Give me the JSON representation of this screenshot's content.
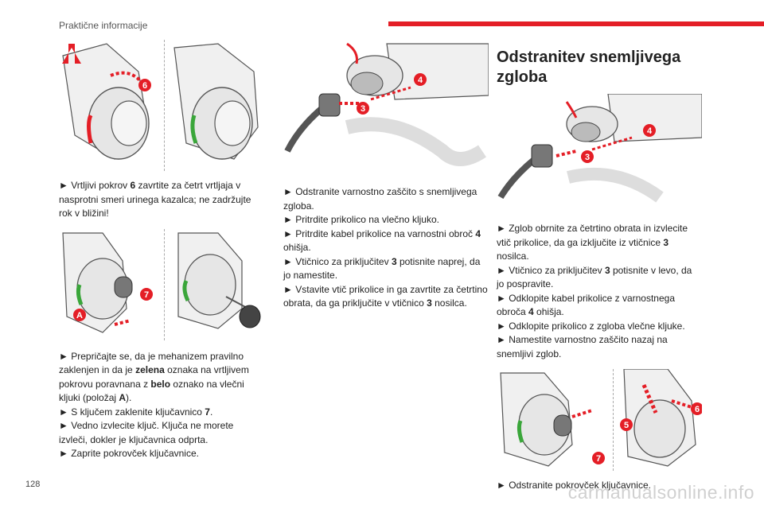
{
  "header": {
    "section": "Praktične informacije"
  },
  "footer": {
    "page_number": "128",
    "watermark": "carmanualsonline.info"
  },
  "column1": {
    "fig1_badges": [
      "6"
    ],
    "para1": {
      "bullet": "►",
      "t1": " Vrtljivi pokrov ",
      "b1": "6",
      "t2": " zavrtite za četrt vrtljaja v nasprotni smeri urinega kazalca; ne zadržujte rok v bližini!"
    },
    "fig2_badges": [
      "7",
      "A"
    ],
    "para2": {
      "bullet": "►",
      "t1": " Prepričajte se, da je mehanizem pravilno zaklenjen in da je ",
      "b1": "zelena",
      "t2": " oznaka na vrtljivem pokrovu poravnana z ",
      "b2": "belo",
      "t3": " oznako na vlečni kljuki (položaj ",
      "b3": "A",
      "t4": ")."
    },
    "para3": {
      "bullet": "►",
      "t1": " S ključem zaklenite ključavnico ",
      "b1": "7",
      "t2": "."
    },
    "para4": {
      "bullet": "►",
      "t1": " Vedno izvlecite ključ. Ključa ne morete izvleči, dokler je ključavnica odprta."
    },
    "para5": {
      "bullet": "►",
      "t1": " Zaprite pokrovček ključavnice."
    }
  },
  "column2": {
    "fig_badges": [
      "4",
      "3"
    ],
    "items": [
      {
        "bullet": "►",
        "t1": " Odstranite varnostno zaščito s snemljivega zgloba."
      },
      {
        "bullet": "►",
        "t1": " Pritrdite prikolico na vlečno kljuko."
      },
      {
        "bullet": "►",
        "t1": " Pritrdite kabel prikolice na varnostni obroč ",
        "b1": "4",
        "t2": " ohišja."
      },
      {
        "bullet": "►",
        "t1": " Vtičnico za priključitev ",
        "b1": "3",
        "t2": " potisnite naprej, da jo namestite."
      },
      {
        "bullet": "►",
        "t1": " Vstavite vtič prikolice in ga zavrtite za četrtino obrata, da ga priključite v vtičnico ",
        "b1": "3",
        "t2": " nosilca."
      }
    ]
  },
  "column3": {
    "title": "Odstranitev snemljivega zgloba",
    "fig1_badges": [
      "4",
      "3"
    ],
    "items": [
      {
        "bullet": "►",
        "t1": " Zglob obrnite za četrtino obrata in izvlecite vtič prikolice, da ga izključite iz vtičnice ",
        "b1": "3",
        "t2": " nosilca."
      },
      {
        "bullet": "►",
        "t1": " Vtičnico za priključitev ",
        "b1": "3",
        "t2": " potisnite v levo, da jo pospravite."
      },
      {
        "bullet": "►",
        "t1": " Odklopite kabel prikolice z varnostnega obroča ",
        "b1": "4",
        "t2": " ohišja."
      },
      {
        "bullet": "►",
        "t1": " Odklopite prikolico z zgloba vlečne kljuke."
      },
      {
        "bullet": "►",
        "t1": " Namestite varnostno zaščito nazaj na snemljivi zglob."
      }
    ],
    "fig2_badges": [
      "6",
      "5",
      "7"
    ],
    "last": {
      "bullet": "►",
      "t1": " Odstranite pokrovček ključavnice."
    }
  },
  "colors": {
    "accent_red": "#e41e26",
    "green_mark": "#3aa63a",
    "line_art": "#555555"
  }
}
